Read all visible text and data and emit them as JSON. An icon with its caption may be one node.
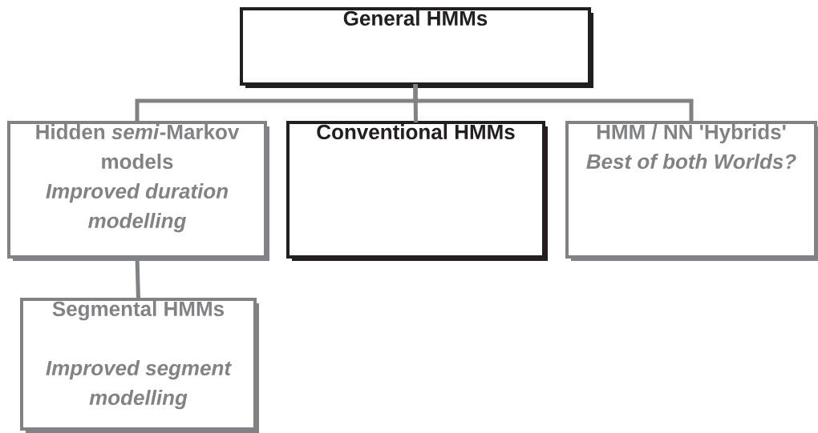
{
  "diagram": {
    "nodes": [
      {
        "text": [
          "General HMMs"
        ]
      },
      {
        "text": [
          "Hidden *semi*-Markov models",
          "Improved duration modelling"
        ]
      },
      {
        "text": [
          "Conventional HMMs"
        ]
      },
      {
        "text": [
          "HMM / NN 'Hybrids'",
          "Best of both Worlds?"
        ]
      },
      {
        "text": [
          "Segmental HMMs",
          "Improved segment modelling"
        ]
      }
    ],
    "edges": [
      {
        "from": 0,
        "to": 1,
        "arrow": "none"
      },
      {
        "from": 0,
        "to": 2,
        "arrow": "none"
      },
      {
        "from": 0,
        "to": 3,
        "arrow": "none"
      },
      {
        "from": 1,
        "to": 4,
        "arrow": "none"
      }
    ]
  }
}
